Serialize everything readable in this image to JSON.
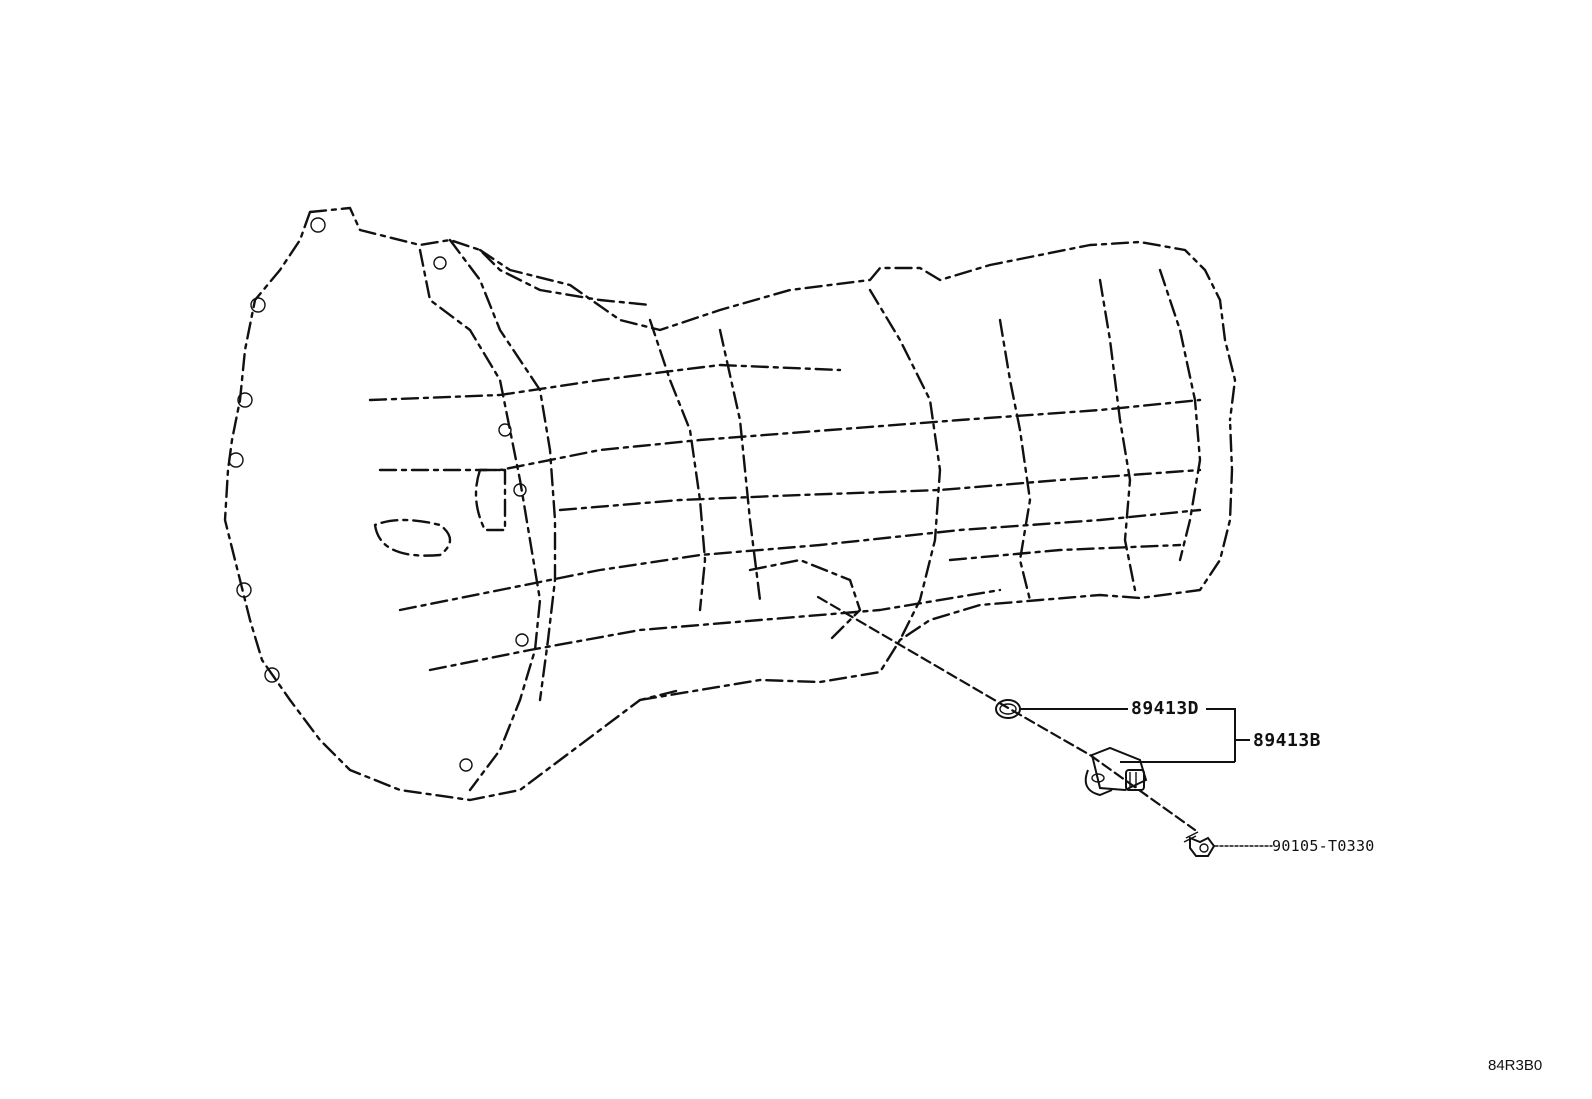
{
  "labels": {
    "part_gasket": "89413D",
    "part_sensor_assy": "89413B",
    "part_bolt": "90105-T0330",
    "figure_code": "84R3B0"
  }
}
